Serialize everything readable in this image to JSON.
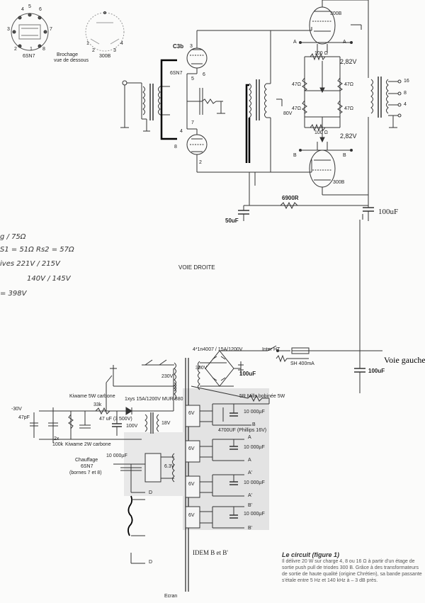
{
  "pinout": {
    "tube_a": "6SN7",
    "tube_b": "300B",
    "brochage_line1": "Brochage",
    "brochage_line2": "vue de dessous",
    "pins_a": [
      "4",
      "5",
      "6",
      "3",
      "7",
      "2",
      "8",
      "1"
    ],
    "pins_b": [
      "1",
      "2",
      "3",
      "4"
    ]
  },
  "amp": {
    "c3b": "C3b",
    "tube_left_bottom": "6SN7",
    "tube_top_right": "300B",
    "tube_bottom_right": "300B",
    "pin_labels": [
      "3",
      "6",
      "5",
      "4",
      "8",
      "2",
      "7"
    ],
    "node_a": "A",
    "node_b": "B",
    "r_top": "100 Ω",
    "r_bottom": "100 Ω",
    "r_47_1": "47Ω",
    "r_47_2": "47Ω",
    "r_47_3": "47Ω",
    "r_47_4": "47Ω",
    "v_top": "2,82V",
    "v_bottom": "2,82V",
    "v_80": "80V",
    "out_16": "16",
    "out_8": "8",
    "out_4": "4",
    "r_6900": "6900R",
    "c_50": "50uF",
    "c_100": "100uF"
  },
  "notes": {
    "line1": "g / 75Ω",
    "line2": "S1 = 51Ω   Rs2 = 57Ω",
    "line3": "ives  221V / 215V",
    "line4": "140V / 145V",
    "line5": "= 398V"
  },
  "voie_droite": "VOIE DROITE",
  "psu": {
    "bridge_top": "4*1n4007 / 15A/1200V",
    "inter": "Inter HT",
    "v300": "300V",
    "c_100_psu": "100uF",
    "fuse": "SH 400mA",
    "voie_gauche": "Voie gauche",
    "c_100_right": "100uF",
    "self": "5R Mills bobinée 5W",
    "kiwame_top": "Kiwame 5W carbone",
    "r_33k": "33k",
    "diode_label": "1xys 15A/1200V MUR 880",
    "c_47": "47 uF (3 500V)",
    "v_100": "100V",
    "v_230": "230V",
    "v_18": "18V",
    "neg_30": "-30V",
    "c_47pf": "47pF",
    "r_2x_line1": "2x",
    "r_2x_line2": "100k",
    "kiwame_bottom": "Kiwame 2W carbone",
    "c_10000_1": "10 000µF",
    "c_4700": "4700UF (Phillips 16V)",
    "v_6_a": "6V",
    "c_10000_2": "10 000µF",
    "v_6_b": "6V",
    "c_10000_3": "10 000µF",
    "v_6_c": "6V",
    "c_10000_4": "10 000µF",
    "v_6_d": "6V",
    "label_a": "A",
    "label_a2": "A'",
    "label_b": "B",
    "label_b2": "B'",
    "chauffage_1": "Chauffage",
    "chauffage_2": "6SN7",
    "chauffage_3": "(bornes 7 et 8)",
    "c_10000_ch": "10 000µF",
    "v_63": "6.3V",
    "node_d": "D",
    "idem": "IDEM B et B'",
    "ecran": "Ecran"
  },
  "caption": {
    "title": "Le circuit (figure 1)",
    "body": "Il délivre 20 W sur charge 4, 8 ou 16 Ω à partir d'un étage de sortie push pull de triodes 300 B. Grâce à des transformateurs de sortie de haute qualité (origine Chrétien), sa bande passante s'étale entre 5 Hz et 140 kHz à – 3 dB près."
  }
}
